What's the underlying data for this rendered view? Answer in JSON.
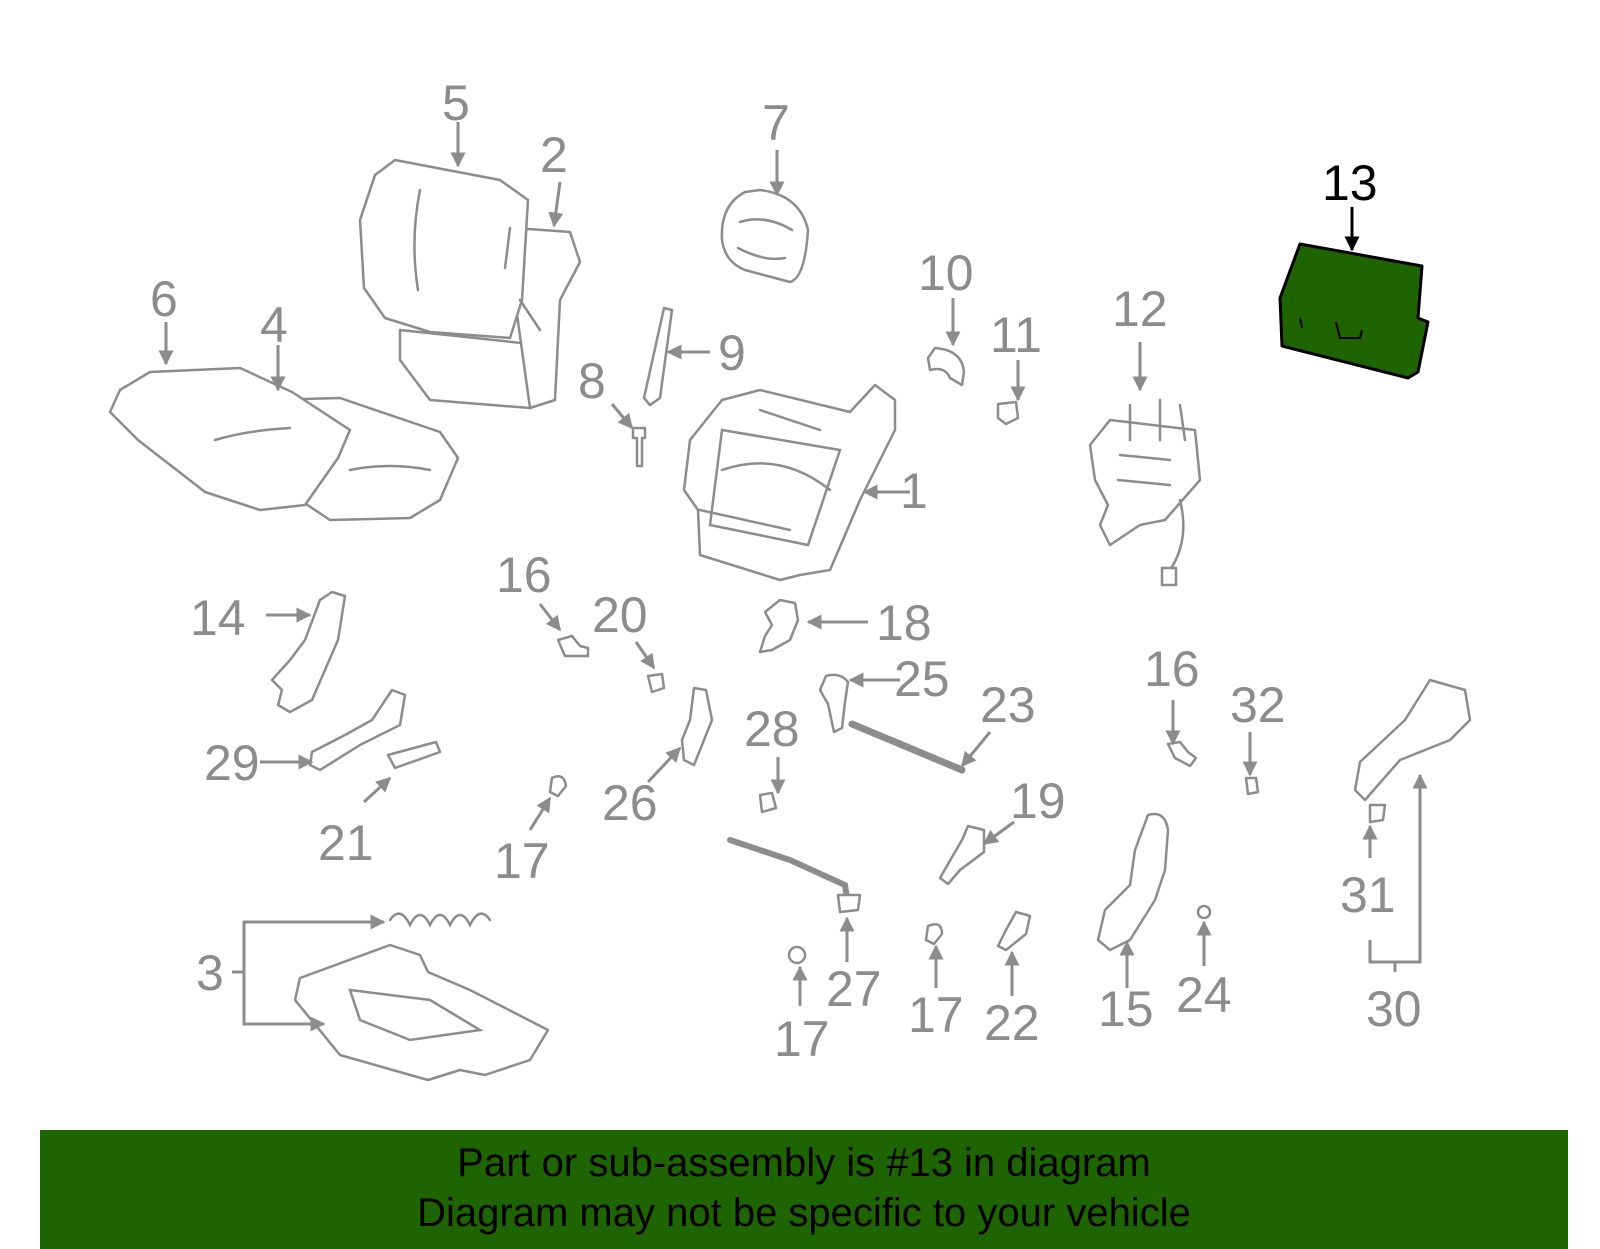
{
  "diagram": {
    "selected_part": "13",
    "highlight_color": "#1e6400",
    "line_color": "#8c8c8c",
    "labels": [
      "1",
      "2",
      "3",
      "4",
      "5",
      "6",
      "7",
      "8",
      "9",
      "10",
      "11",
      "12",
      "13",
      "14",
      "15",
      "16",
      "16",
      "17",
      "17",
      "17",
      "17",
      "18",
      "19",
      "20",
      "21",
      "22",
      "23",
      "24",
      "25",
      "26",
      "27",
      "28",
      "29",
      "30",
      "31",
      "32"
    ]
  },
  "banner": {
    "line1": "Part or sub-assembly is #13 in diagram",
    "line2": "Diagram may not be specific to your vehicle",
    "background": "#1e6400"
  }
}
